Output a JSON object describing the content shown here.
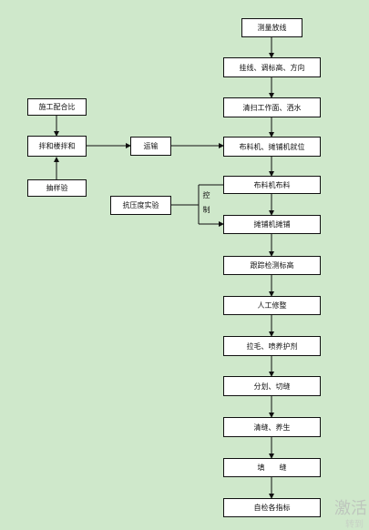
{
  "main_steps": [
    "测量放线",
    "挂线、调标高、方向",
    "清扫工作面、洒水",
    "布料机、摊铺机就位",
    "布料机布料",
    "摊铺机摊铺",
    "跟踪检测标高",
    "人工修整",
    "拉毛、喷养护剂",
    "分划、切缝",
    "清缝、养生",
    "填　　缝",
    "自检各指标"
  ],
  "side": {
    "mix_ratio": "施工配合比",
    "mixing_station": "拌和楼拌和",
    "sample_test": "抽样验",
    "transport": "运输",
    "strength_test": "抗压度实验",
    "control": "控制"
  },
  "watermark": {
    "line1": "激活",
    "line2": "转到"
  }
}
